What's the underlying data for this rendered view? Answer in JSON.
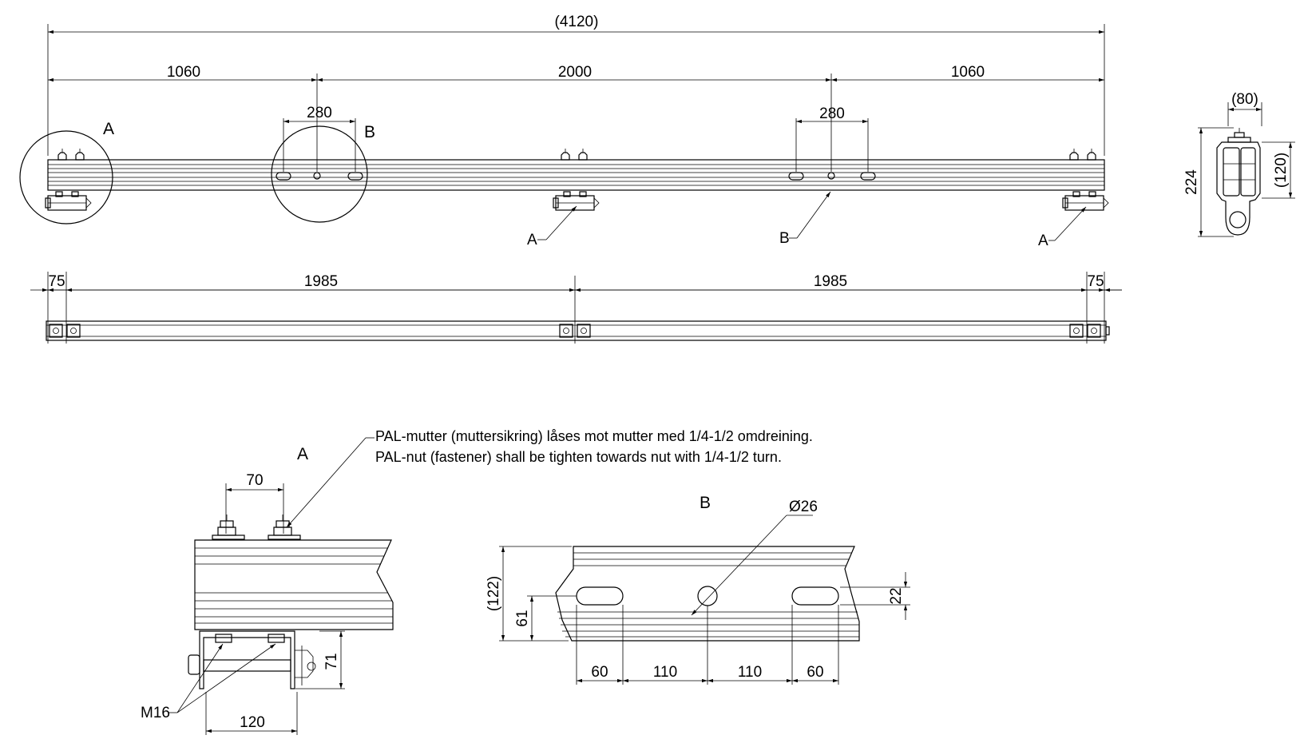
{
  "dimensions": {
    "overall": "(4120)",
    "seg_left": "1060",
    "seg_mid": "2000",
    "seg_right": "1060",
    "hole_spacing_left": "280",
    "hole_spacing_right": "280",
    "end_left": "75",
    "half_left": "1985",
    "half_right": "1985",
    "end_right": "75",
    "side_width": "(80)",
    "side_height": "224",
    "side_profile": "(120)",
    "a_bolt_spacing": "70",
    "a_bracket_height": "71",
    "a_bracket_width": "120",
    "b_profile_height": "(122)",
    "b_center_height": "61",
    "b_slot_height": "22",
    "b_hole_dia": "Ø26",
    "b_slot1": "60",
    "b_gap1": "110",
    "b_gap2": "110",
    "b_slot2": "60"
  },
  "labels": {
    "a_circle": "A",
    "b_circle": "B",
    "a_leader_1": "A",
    "b_leader": "B",
    "a_leader_2": "A",
    "detail_a": "A",
    "detail_b": "B",
    "bolt": "M16"
  },
  "notes": {
    "line1": "PAL-mutter (muttersikring) låses mot mutter med 1/4-1/2 omdreining.",
    "line2": "PAL-nut (fastener) shall be tighten towards nut with 1/4-1/2 turn."
  }
}
